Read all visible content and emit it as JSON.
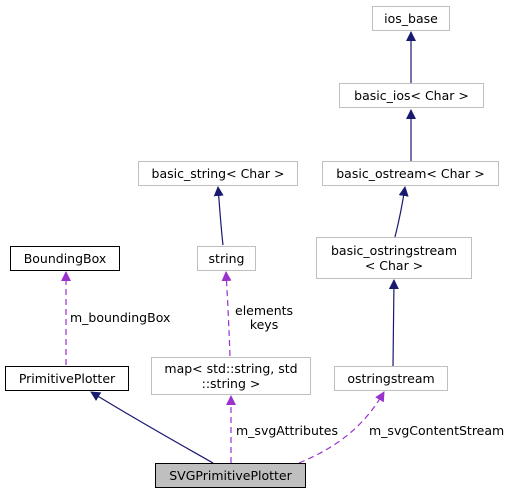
{
  "colors": {
    "inheritance_edge": "#191970",
    "usage_edge": "#9a32cd",
    "external_border": "#bfbfbf",
    "focus_fill": "#bfbfbf"
  },
  "nodes": {
    "ios_base": "ios_base",
    "basic_ios": "basic_ios< Char >",
    "basic_string": "basic_string< Char >",
    "basic_ostream": "basic_ostream< Char >",
    "bounding_box": "BoundingBox",
    "string": "string",
    "basic_ostringstream_line1": "basic_ostringstream",
    "basic_ostringstream_line2": "< Char >",
    "primitive_plotter": "PrimitivePlotter",
    "map_line1": "map< std::string, std",
    "map_line2": "::string >",
    "ostringstream": "ostringstream",
    "svg_primitive_plotter": "SVGPrimitivePlotter"
  },
  "edge_labels": {
    "bounding_box_member": "m_boundingBox",
    "string_members_line1": "elements",
    "string_members_line2": "keys",
    "map_member": "m_svgAttributes",
    "stream_member": "m_svgContentStream"
  }
}
